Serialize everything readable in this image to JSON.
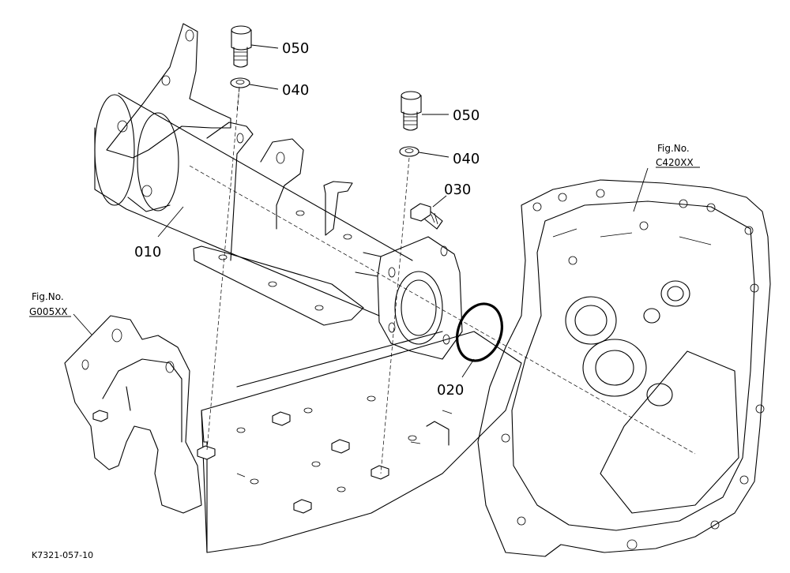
{
  "callouts": {
    "p010": "010",
    "p020": "020",
    "p030": "030",
    "p040a": "040",
    "p040b": "040",
    "p050a": "050",
    "p050b": "050"
  },
  "references": {
    "left": {
      "line1": "Fig.No.",
      "line2": "G005XX"
    },
    "right": {
      "line1": "Fig.No.",
      "line2": "C420XX"
    }
  },
  "drawing_code": "K7321-057-10"
}
